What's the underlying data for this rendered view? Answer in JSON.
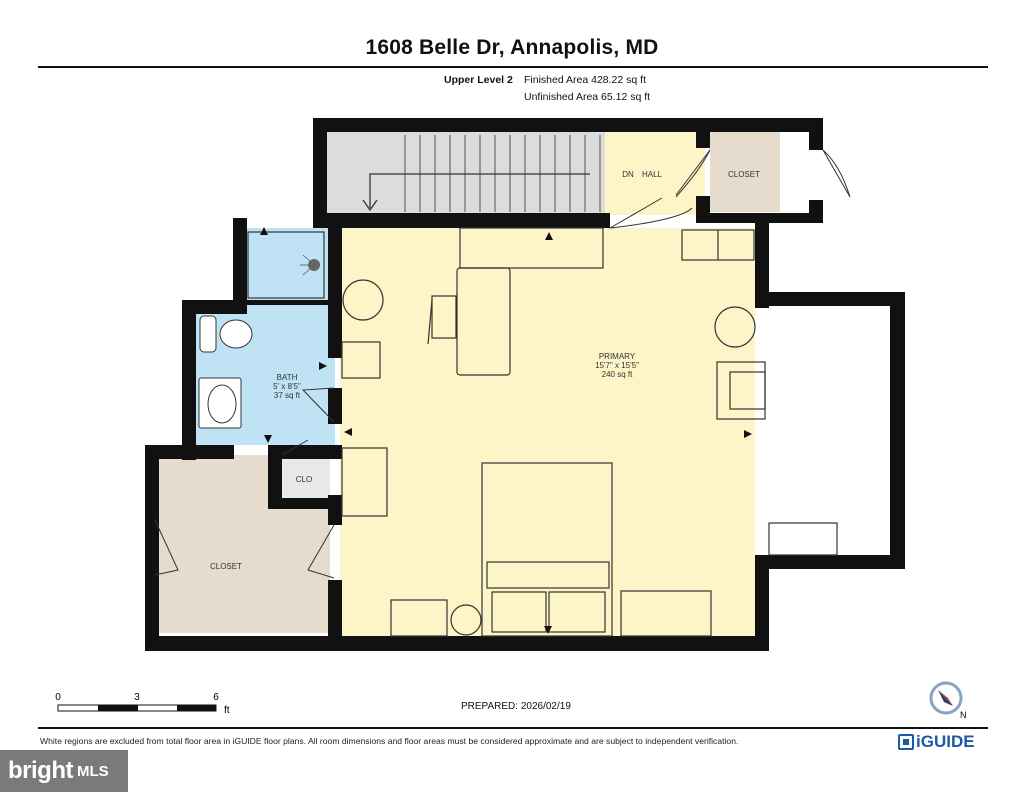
{
  "header": {
    "title": "1608 Belle Dr, Annapolis, MD",
    "level": "Upper Level 2",
    "finished_area": "Finished Area 428.22 sq ft",
    "unfinished_area": "Unfinished Area 65.12 sq ft"
  },
  "rooms": {
    "primary": {
      "name": "PRIMARY",
      "dims": "15'7\" x 15'5\"",
      "area": "240 sq ft"
    },
    "bath": {
      "name": "BATH",
      "dims": "5' x 8'5\"",
      "area": "37 sq ft"
    },
    "closet_top": "CLOSET",
    "closet_left": "CLOSET",
    "clo": "CLO",
    "dn": "DN",
    "hall": "HALL"
  },
  "scale": {
    "ticks": [
      "0",
      "3",
      "6"
    ],
    "unit": "ft"
  },
  "prepared": "PREPARED: 2026/02/19",
  "compass_label": "N",
  "disclaimer": "White regions are excluded from total floor area in iGUIDE floor plans. All room dimensions and floor areas must be considered approximate and are subject to independent verification.",
  "brand": "iGUIDE",
  "watermark": {
    "main": "bright",
    "sub": "MLS"
  },
  "colors": {
    "primary_fill": "#fdf4c8",
    "bath_fill": "#bfe3f5",
    "closet_fill": "#e5dccd",
    "stair_fill": "#dcdcdc",
    "wall": "#111111",
    "brand": "#1b5aa6"
  }
}
